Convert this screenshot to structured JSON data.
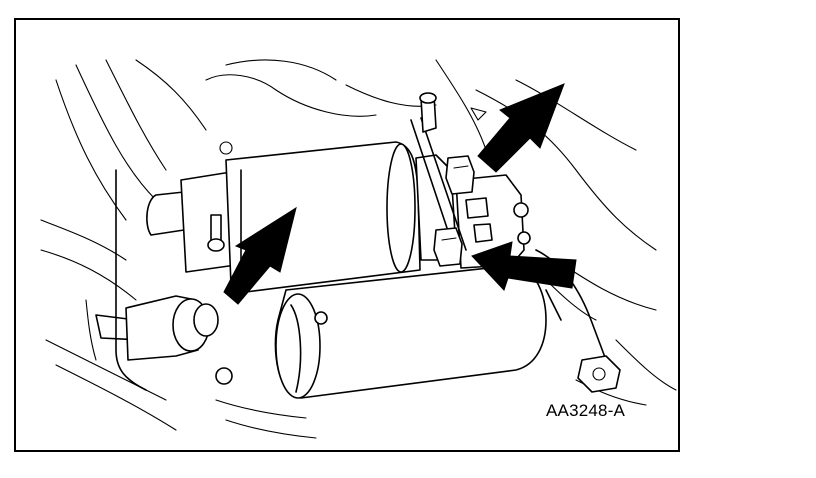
{
  "figure": {
    "id_label": "AA3248-A",
    "subject": "starter-motor-mounting",
    "callout_arrows": 3
  },
  "colors": {
    "line": "#000000",
    "background": "#ffffff"
  }
}
